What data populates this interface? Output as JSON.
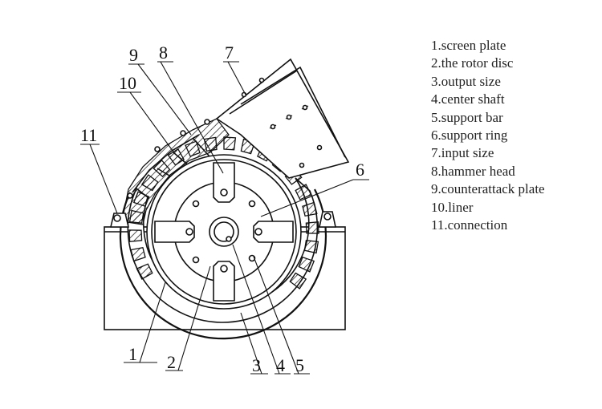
{
  "callouts": [
    {
      "num": "1"
    },
    {
      "num": "2"
    },
    {
      "num": "3"
    },
    {
      "num": "4"
    },
    {
      "num": "5"
    },
    {
      "num": "6"
    },
    {
      "num": "7"
    },
    {
      "num": "8"
    },
    {
      "num": "9"
    },
    {
      "num": "10"
    },
    {
      "num": "11"
    }
  ],
  "legend": [
    "1.screen plate",
    "2.the rotor disc",
    "3.output size",
    "4.center shaft",
    "5.support bar",
    "6.support ring",
    "7.input size",
    "8.hammer head",
    "9.counterattack plate",
    "10.liner",
    "11.connection"
  ]
}
